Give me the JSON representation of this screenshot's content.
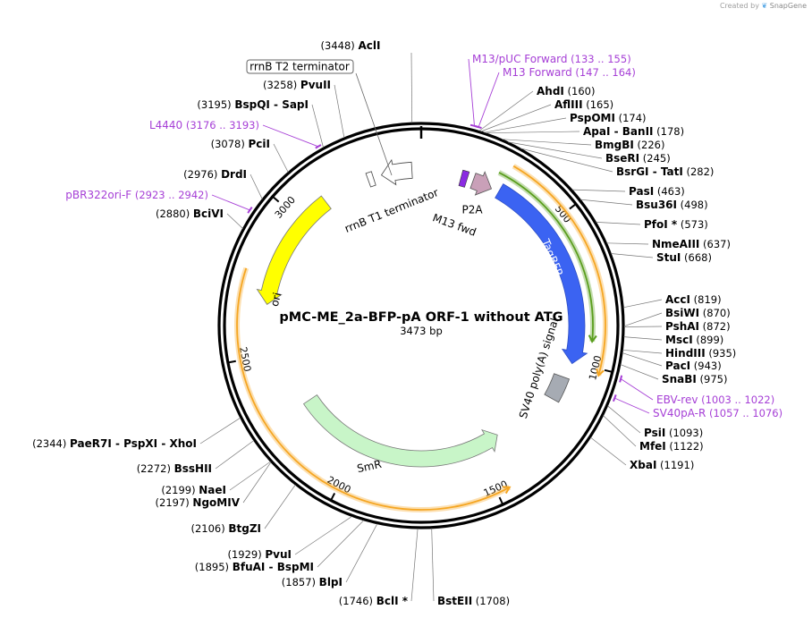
{
  "app": {
    "credit_prefix": "Created by",
    "brand": "SnapGene"
  },
  "plasmid": {
    "name": "pMC-ME_2a-BFP-pA ORF-1 without ATG",
    "size_label": "3473 bp",
    "length": 3473
  },
  "colors": {
    "backbone": "#000000",
    "primer": "#a63fd6",
    "TagBFP": "#3b63f2",
    "ori": "#ffff00",
    "SmR": "#c8f5c8",
    "SV40": "#a6abb3",
    "P2A": "#c9a0b8",
    "orf_orange": "#f5a623",
    "orf_green": "#5a9e1e"
  },
  "ticks": [
    "500",
    "1000",
    "1500",
    "2000",
    "2500",
    "3000"
  ],
  "features": [
    {
      "name": "TagBFP",
      "color": "#3b63f2"
    },
    {
      "name": "ori",
      "color": "#ffff00"
    },
    {
      "name": "SmR",
      "color": "#c8f5c8"
    },
    {
      "name": "SV40 poly(A) signal",
      "color": "#a6abb3"
    },
    {
      "name": "P2A",
      "color": "#c9a0b8"
    },
    {
      "name": "M13 fwd",
      "color": "#8a2be2"
    },
    {
      "name": "rrnB T1 terminator",
      "color": "#ffffff"
    },
    {
      "name": "rrnB T2 terminator",
      "color": "#ffffff"
    }
  ],
  "sites": [
    {
      "name": "AclI",
      "pos": "(3448)"
    },
    {
      "name": "PvuII",
      "pos": "(3258)"
    },
    {
      "name": "BspQI",
      "name2": "SapI",
      "pos": "(3195)"
    },
    {
      "name": "PciI",
      "pos": "(3078)"
    },
    {
      "name": "DrdI",
      "pos": "(2976)"
    },
    {
      "name": "BciVI",
      "pos": "(2880)"
    },
    {
      "name": "AhdI",
      "pos": "(160)"
    },
    {
      "name": "AflIII",
      "pos": "(165)"
    },
    {
      "name": "PspOMI",
      "pos": "(174)"
    },
    {
      "name": "ApaI",
      "name2": "BanII",
      "pos": "(178)"
    },
    {
      "name": "BmgBI",
      "pos": "(226)"
    },
    {
      "name": "BseRI",
      "pos": "(245)"
    },
    {
      "name": "BsrGI",
      "name2": "TatI",
      "pos": "(282)"
    },
    {
      "name": "PasI",
      "pos": "(463)"
    },
    {
      "name": "Bsu36I",
      "pos": "(498)"
    },
    {
      "name": "PfoI *",
      "pos": "(573)"
    },
    {
      "name": "NmeAIII",
      "pos": "(637)"
    },
    {
      "name": "StuI",
      "pos": "(668)"
    },
    {
      "name": "AccI",
      "pos": "(819)"
    },
    {
      "name": "BsiWI",
      "pos": "(870)"
    },
    {
      "name": "PshAI",
      "pos": "(872)"
    },
    {
      "name": "MscI",
      "pos": "(899)"
    },
    {
      "name": "HindIII",
      "pos": "(935)"
    },
    {
      "name": "PacI",
      "pos": "(943)"
    },
    {
      "name": "SnaBI",
      "pos": "(975)"
    },
    {
      "name": "PsiI",
      "pos": "(1093)"
    },
    {
      "name": "MfeI",
      "pos": "(1122)"
    },
    {
      "name": "XbaI",
      "pos": "(1191)"
    },
    {
      "name": "BstEII",
      "pos": "(1708)"
    },
    {
      "name": "BclI *",
      "pos": "(1746)"
    },
    {
      "name": "BlpI",
      "pos": "(1857)"
    },
    {
      "name": "BfuAI",
      "name2": "BspMI",
      "pos": "(1895)"
    },
    {
      "name": "PvuI",
      "pos": "(1929)"
    },
    {
      "name": "BtgZI",
      "pos": "(2106)"
    },
    {
      "name": "NgoMIV",
      "pos": "(2197)"
    },
    {
      "name": "NaeI",
      "pos": "(2199)"
    },
    {
      "name": "BssHII",
      "pos": "(2272)"
    },
    {
      "name": "PaeR7I",
      "name2": "PspXI",
      "name3": "XhoI",
      "pos": "(2344)"
    }
  ],
  "primers": [
    {
      "name": "M13/pUC Forward",
      "range": "(133 .. 155)"
    },
    {
      "name": "M13 Forward",
      "range": "(147 .. 164)"
    },
    {
      "name": "EBV-rev",
      "range": "(1003 .. 1022)"
    },
    {
      "name": "SV40pA-R",
      "range": "(1057 .. 1076)"
    },
    {
      "name": "L4440",
      "range": "(3176 .. 3193)"
    },
    {
      "name": "pBR322ori-F",
      "range": "(2923 .. 2942)"
    }
  ]
}
